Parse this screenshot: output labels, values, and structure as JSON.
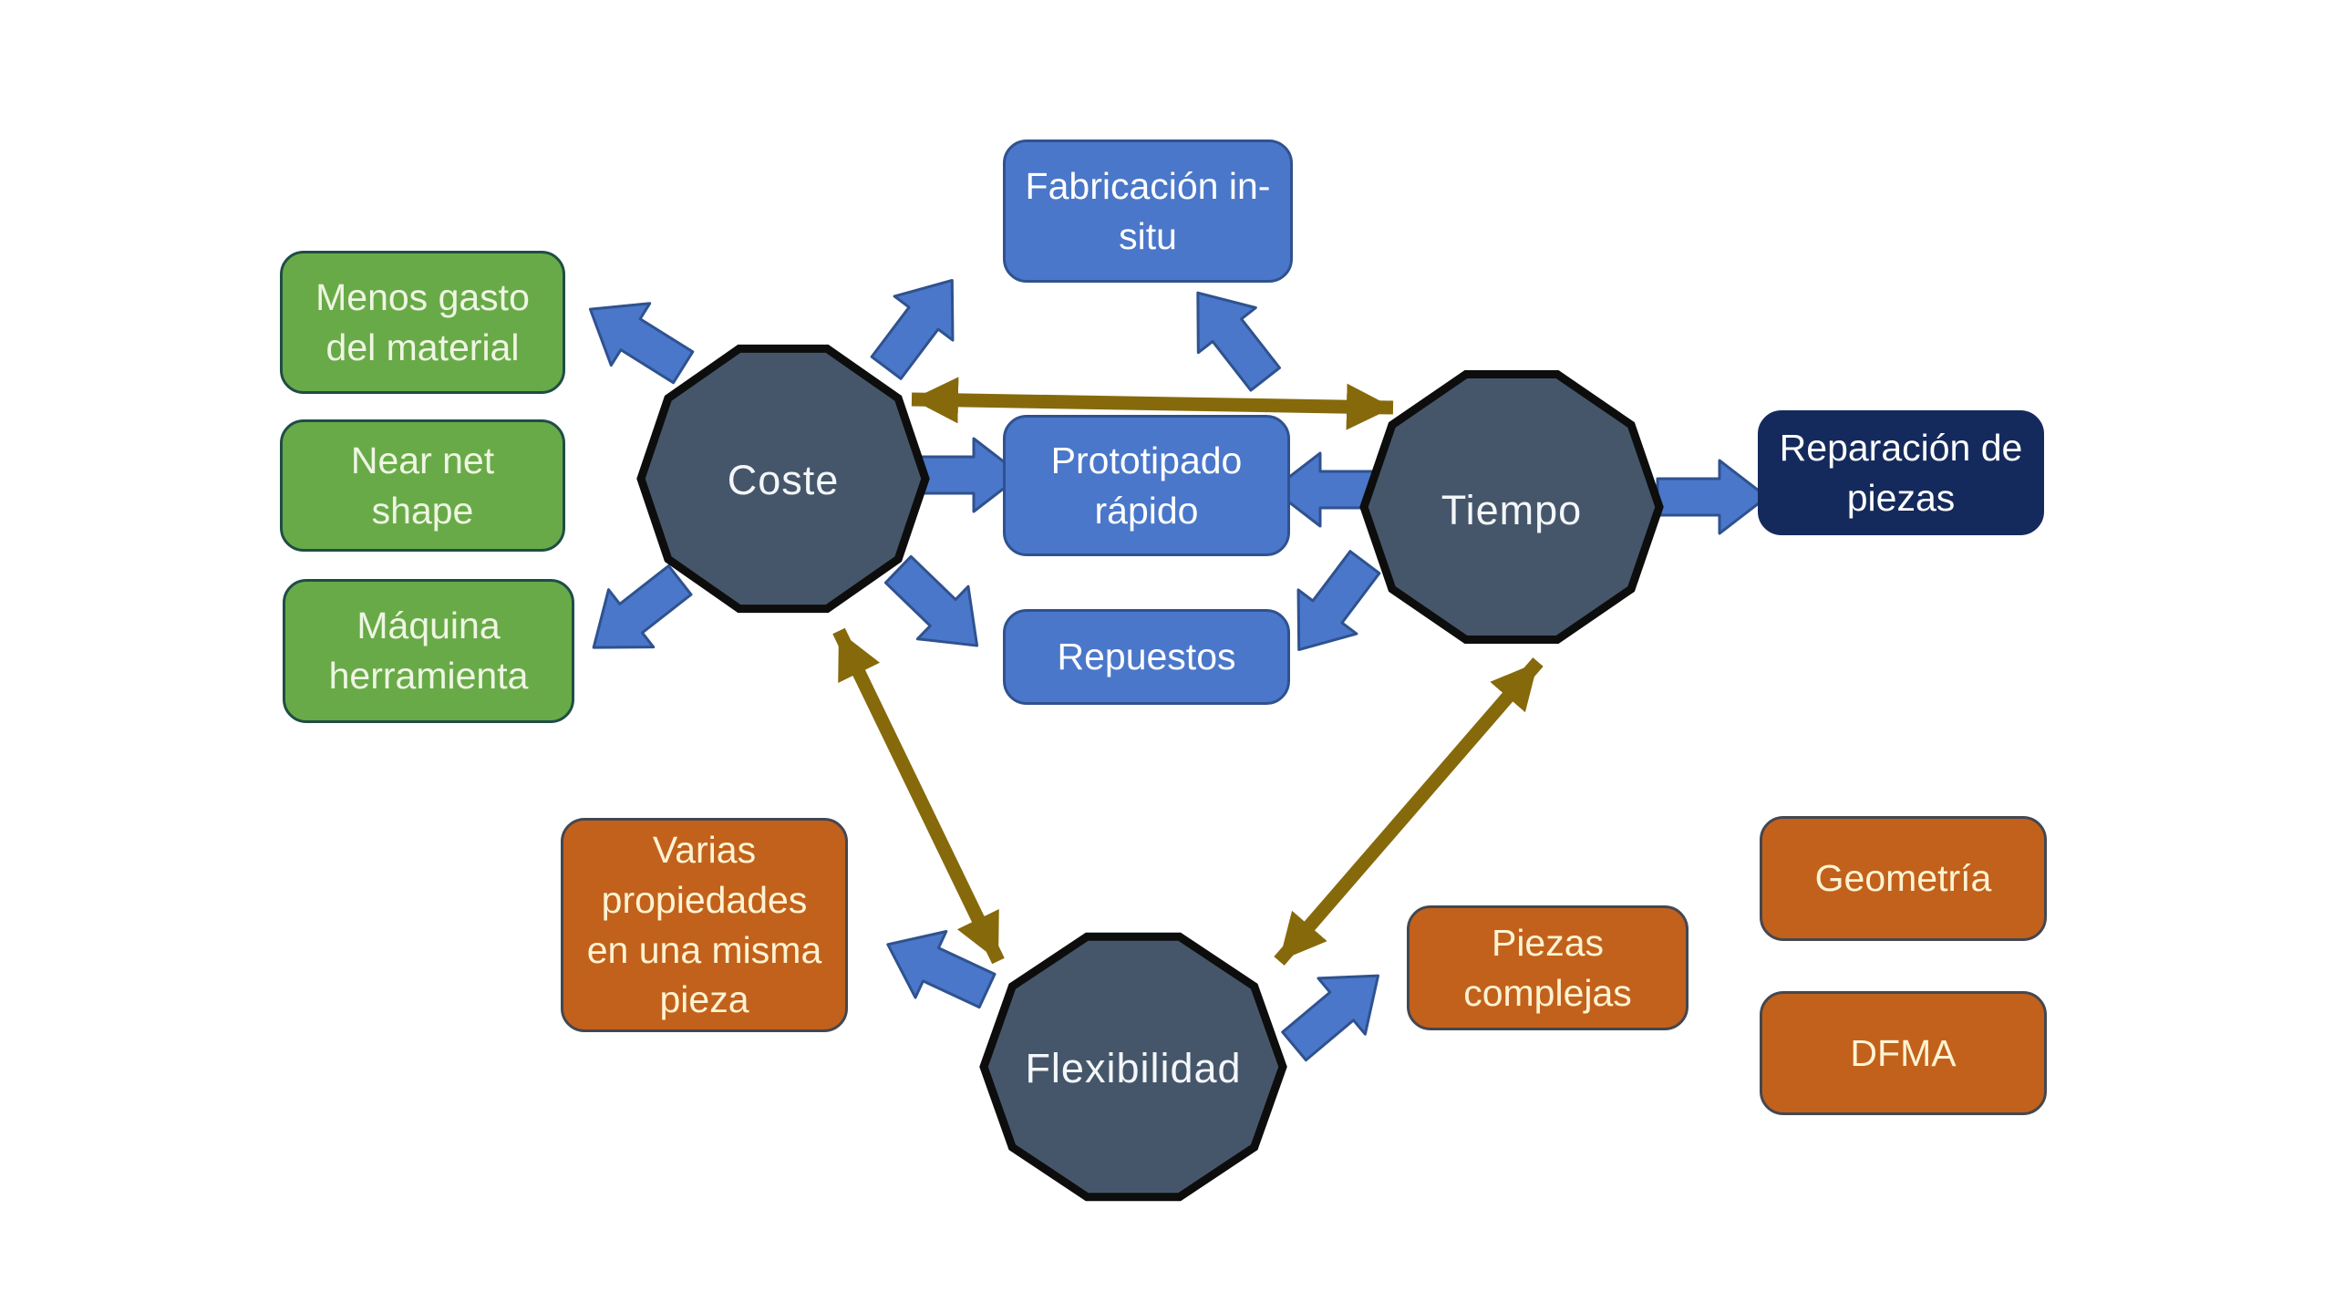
{
  "background": "#ffffff",
  "colors": {
    "background": "#ffffff",
    "hub_fill": "#46566a",
    "hub_border": "#0d0d0d",
    "hub_text": "#f4f7fa",
    "blue_fill": "#4a77c9",
    "blue_border": "#2f528f",
    "green_fill": "#69aa48",
    "green_border": "#1f4d46",
    "green_text": "#eef6e3",
    "navy_fill": "#152a5c",
    "orange_fill": "#c2611c",
    "orange_border": "#44474f",
    "orange_text": "#fdf3d2",
    "connector": "#86690b",
    "white_text": "#ffffff"
  },
  "hubs": [
    {
      "id": "coste",
      "label": "Coste"
    },
    {
      "id": "tiempo",
      "label": "Tiempo"
    },
    {
      "id": "flexibilidad",
      "label": "Flexibilidad"
    }
  ],
  "cards": [
    {
      "label": "Menos gasto del material",
      "category": "green"
    },
    {
      "label": "Near net shape",
      "category": "green"
    },
    {
      "label": "Máquina herramienta",
      "category": "green"
    },
    {
      "label": "Fabricación in-situ",
      "category": "blue"
    },
    {
      "label": "Prototipado rápido",
      "category": "blue"
    },
    {
      "label": "Repuestos",
      "category": "blue"
    },
    {
      "label": "Reparación de piezas",
      "category": "navy"
    },
    {
      "label": "Varias propiedades en una misma pieza",
      "category": "orange"
    },
    {
      "label": "Piezas complejas",
      "category": "orange"
    },
    {
      "label": "Geometría",
      "category": "orange"
    },
    {
      "label": "DFMA",
      "category": "orange"
    }
  ],
  "connectors": [
    {
      "from": "Coste",
      "to": "Tiempo",
      "style": "double-arrow"
    },
    {
      "from": "Coste",
      "to": "Flexibilidad",
      "style": "double-arrow"
    },
    {
      "from": "Tiempo",
      "to": "Flexibilidad",
      "style": "double-arrow"
    }
  ]
}
